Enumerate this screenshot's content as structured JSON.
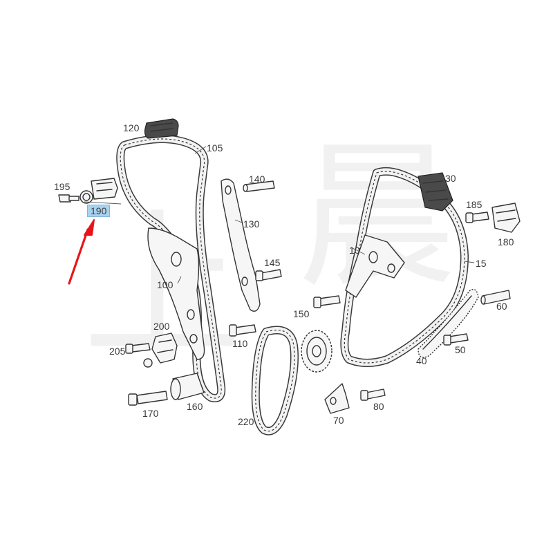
{
  "diagram": {
    "watermark": {
      "char_top": "上",
      "char_right": "晨"
    },
    "callouts": {
      "p10": "10",
      "p15": "15",
      "p30": "30",
      "p40": "40",
      "p50": "50",
      "p60": "60",
      "p70": "70",
      "p80": "80",
      "p100": "100",
      "p105": "105",
      "p110": "110",
      "p120": "120",
      "p130": "130",
      "p140": "140",
      "p145": "145",
      "p150": "150",
      "p160": "160",
      "p170": "170",
      "p180": "180",
      "p185": "185",
      "p190": "190",
      "p195": "195",
      "p200": "200",
      "p205": "205",
      "p220": "220"
    },
    "highlight": {
      "part": "190",
      "arrow_color": "#e8141b",
      "box_color": "#a9d2ef"
    }
  }
}
